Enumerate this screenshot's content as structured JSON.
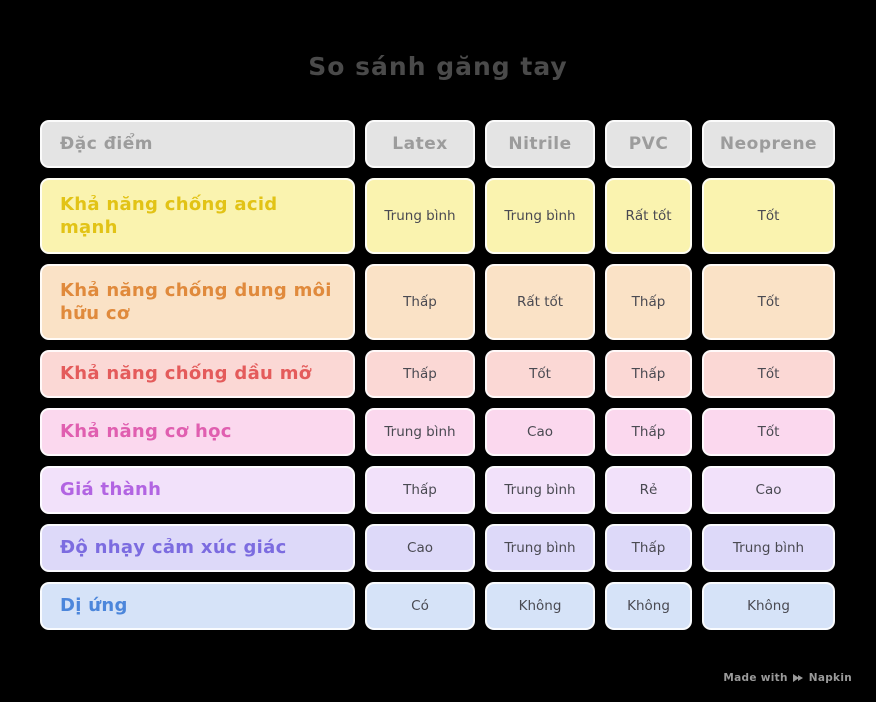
{
  "title": "So sánh găng tay",
  "chart_data": {
    "type": "table",
    "title": "So sánh găng tay",
    "header": {
      "feature": "Đặc điểm",
      "columns": [
        "Latex",
        "Nitrile",
        "PVC",
        "Neoprene"
      ]
    },
    "rows": [
      {
        "label": "Khả năng chống acid mạnh",
        "values": [
          "Trung bình",
          "Trung bình",
          "Rất tốt",
          "Tốt"
        ],
        "bg": "#faf3af",
        "label_color": "#e2c316"
      },
      {
        "label": "Khả năng chống dung môi hữu cơ",
        "values": [
          "Thấp",
          "Rất tốt",
          "Thấp",
          "Tốt"
        ],
        "bg": "#fae2c6",
        "label_color": "#e08a3c"
      },
      {
        "label": "Khả năng chống dầu mỡ",
        "values": [
          "Thấp",
          "Tốt",
          "Thấp",
          "Tốt"
        ],
        "bg": "#fbd8d5",
        "label_color": "#e45b5b"
      },
      {
        "label": "Khả năng cơ học",
        "values": [
          "Trung bình",
          "Cao",
          "Thấp",
          "Tốt"
        ],
        "bg": "#fbd8ee",
        "label_color": "#e05fb0"
      },
      {
        "label": "Giá thành",
        "values": [
          "Thấp",
          "Trung bình",
          "Rẻ",
          "Cao"
        ],
        "bg": "#f2e1fa",
        "label_color": "#b264e2"
      },
      {
        "label": "Độ nhạy cảm xúc giác",
        "values": [
          "Cao",
          "Trung bình",
          "Thấp",
          "Trung bình"
        ],
        "bg": "#ddd9f9",
        "label_color": "#7c6ce0"
      },
      {
        "label": "Dị ứng",
        "values": [
          "Có",
          "Không",
          "Không",
          "Không"
        ],
        "bg": "#d6e3f8",
        "label_color": "#4c86db"
      }
    ]
  },
  "colors": {
    "background": "#000000",
    "title_text": "#4a4a4a",
    "header_bg": "#e4e4e4",
    "header_text": "#9c9c9c",
    "value_text": "#4a4a52",
    "watermark_text": "#9a9a9a"
  },
  "footer": {
    "made_with": "Made with",
    "brand": "Napkin"
  }
}
